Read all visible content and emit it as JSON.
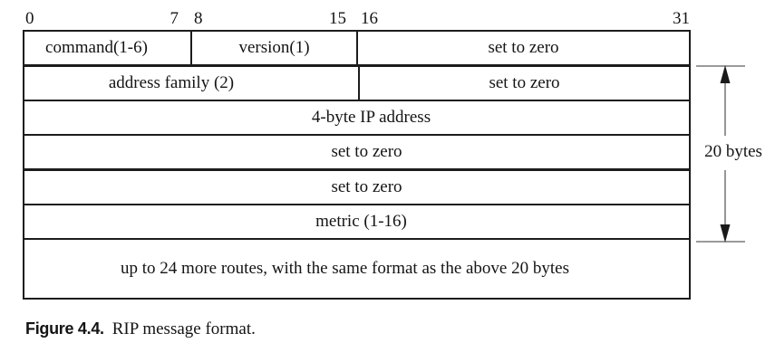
{
  "figure": {
    "bit_labels": [
      "0",
      "7",
      "8",
      "15",
      "16",
      "31"
    ],
    "rows": [
      {
        "cells": [
          {
            "label": "command(1-6)"
          },
          {
            "label": "version(1)"
          },
          {
            "label": "set to zero"
          }
        ]
      },
      {
        "cells": [
          {
            "label": "address family (2)"
          },
          {
            "label": "set to zero"
          }
        ]
      },
      {
        "cells": [
          {
            "label": "4-byte IP address"
          }
        ]
      },
      {
        "cells": [
          {
            "label": "set to zero"
          }
        ]
      },
      {
        "cells": [
          {
            "label": "set to zero"
          }
        ]
      },
      {
        "cells": [
          {
            "label": "metric (1-16)"
          }
        ]
      },
      {
        "cells": [
          {
            "label": "up to 24 more routes, with the same format as the above 20 bytes"
          }
        ]
      }
    ],
    "size_annotation": "20 bytes",
    "caption": {
      "label": "Figure 4.4.",
      "text": "RIP message format."
    },
    "colors": {
      "line": "#1c1c1c",
      "text": "#141414",
      "arrow_gray": "#8a8a8a",
      "background": "#ffffff"
    }
  }
}
